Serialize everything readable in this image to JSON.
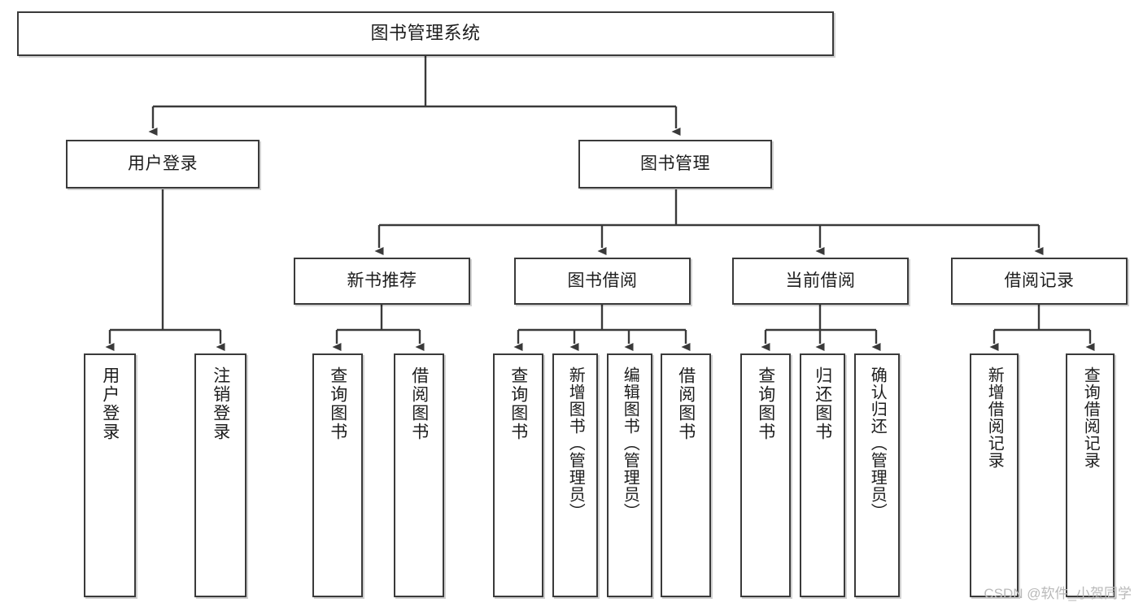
{
  "diagram": {
    "type": "tree-hierarchy",
    "title": "图书管理系统",
    "background": "#ffffff",
    "line_color": "#3a3a3a",
    "box_fill": "#ffffff",
    "text_color": "#1d1d1d"
  },
  "nodes": {
    "root": {
      "label": "图书管理系统",
      "level": 0
    },
    "level1": [
      {
        "id": "user-login",
        "label": "用户登录"
      },
      {
        "id": "book-manage",
        "label": "图书管理"
      }
    ],
    "level2": [
      {
        "id": "new-book-recommend",
        "label": "新书推荐"
      },
      {
        "id": "book-borrow",
        "label": "图书借阅"
      },
      {
        "id": "current-borrow",
        "label": "当前借阅"
      },
      {
        "id": "borrow-record",
        "label": "借阅记录"
      }
    ],
    "leaves": {
      "user_login": [
        {
          "id": "leaf-user-login",
          "label": "用户登录"
        },
        {
          "id": "leaf-logout-login",
          "label": "注销登录"
        }
      ],
      "new_book_recommend": [
        {
          "id": "leaf-query-book-1",
          "label": "查询图书"
        },
        {
          "id": "leaf-borrow-book-1",
          "label": "借阅图书"
        }
      ],
      "book_borrow": [
        {
          "id": "leaf-query-book-2",
          "label": "查询图书"
        },
        {
          "id": "leaf-add-book",
          "label": "新增图书（管理员）"
        },
        {
          "id": "leaf-edit-book",
          "label": "编辑图书（管理员）"
        },
        {
          "id": "leaf-borrow-book-2",
          "label": "借阅图书"
        }
      ],
      "current_borrow": [
        {
          "id": "leaf-query-book-3",
          "label": "查询图书"
        },
        {
          "id": "leaf-return-book",
          "label": "归还图书"
        },
        {
          "id": "leaf-confirm-return",
          "label": "确认归还（管理员）"
        }
      ],
      "borrow_record": [
        {
          "id": "leaf-add-record",
          "label": "新增借阅记录"
        },
        {
          "id": "leaf-query-record",
          "label": "查询借阅记录"
        }
      ]
    }
  },
  "watermark": {
    "text": "CSDN @软件_小贺同学"
  }
}
